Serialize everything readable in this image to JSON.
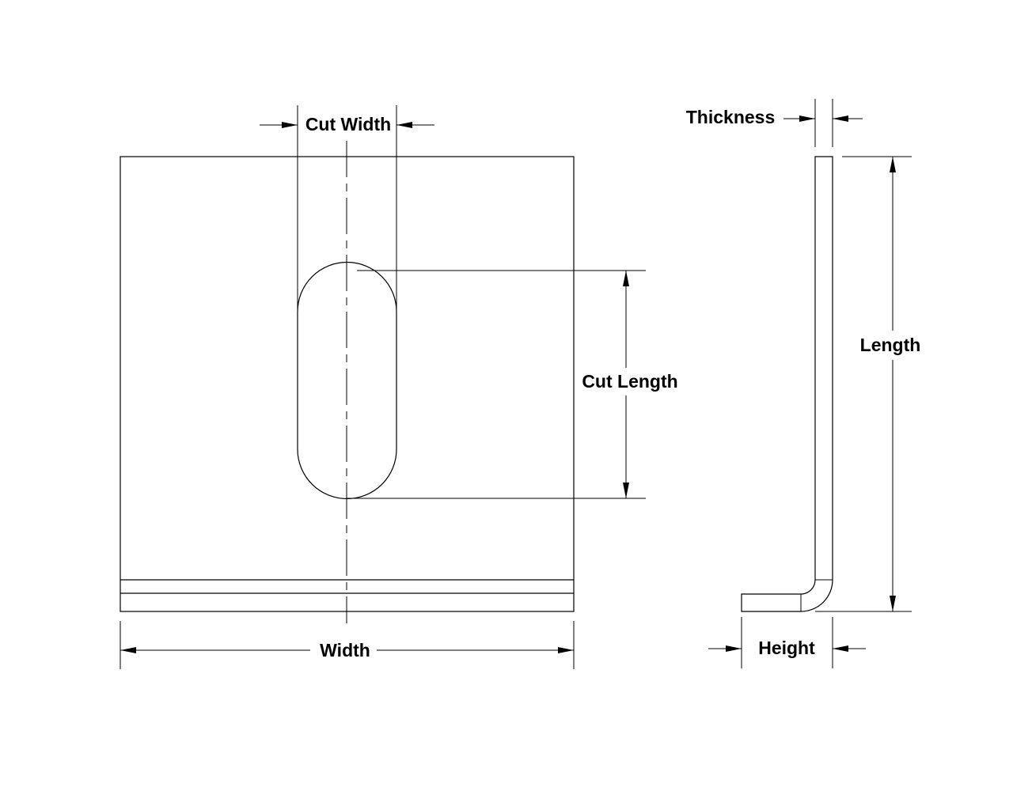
{
  "labels": {
    "cut_width": "Cut Width",
    "cut_length": "Cut Length",
    "width": "Width",
    "thickness": "Thickness",
    "length": "Length",
    "height": "Height"
  }
}
